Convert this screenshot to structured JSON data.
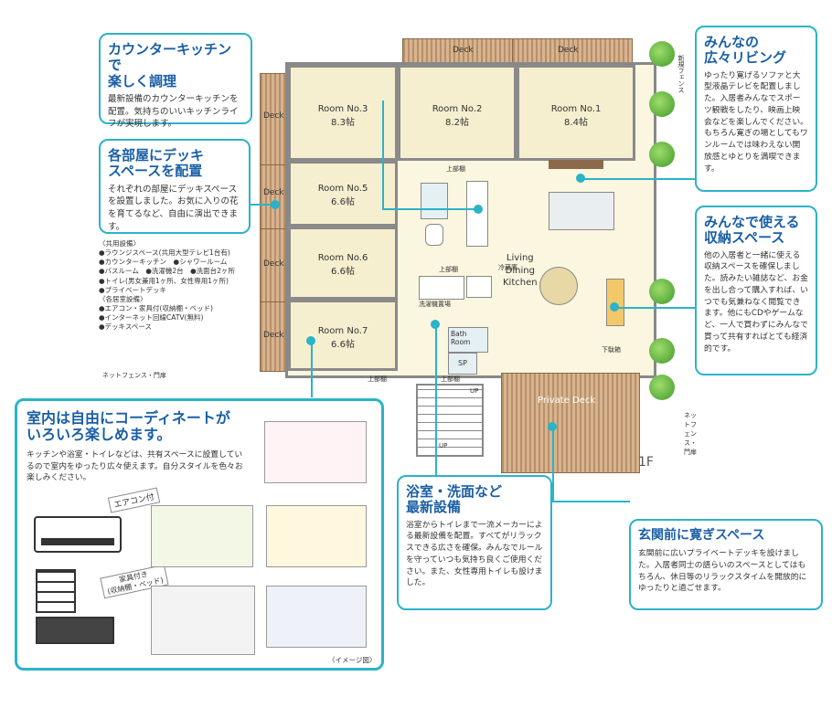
{
  "callouts": {
    "kitchen": {
      "title1": "カウンターキッチンで",
      "title2": "楽しく調理",
      "body": "最新設備のカウンターキッチンを配置。気持ちのいいキッチンライフが実現します。"
    },
    "deck": {
      "title1": "各部屋にデッキ",
      "title2": "スペースを配置",
      "body": "それぞれの部屋にデッキスペースを設置しました。お気に入りの花を育てるなど、自由に演出できます。"
    },
    "living": {
      "title1": "みんなの",
      "title2": "広々リビング",
      "body": "ゆったり寛げるソファと大型液晶テレビを配置しました。入居者みんなでスポーツ観戦をしたり、映画上映会などを楽しんでください。もちろん寛ぎの場としてもワンルームでは味わえない開放感とゆとりを満喫できます。"
    },
    "storage": {
      "title1": "みんなで使える",
      "title2": "収納スペース",
      "body": "他の入居者と一緒に使える収納スペースを確保しました。読みたい雑誌など、お金を出し合って購入すれば、いつでも気兼ねなく閲覧できます。他にもCDやゲームなど、一人で買わずにみんなで買って共有すればとても経済的です。"
    },
    "bath": {
      "title1": "浴室・洗面など",
      "title2": "最新設備",
      "body": "浴室からトイレまで一流メーカーによる最新設備を配置。すべてがリラックスできる広さを確保。みんなでルールを守っていつも気持ち良くご使用ください。また、女性専用トイレも設けました。"
    },
    "entrance": {
      "title": "玄関前に寛ぎスペース",
      "body": "玄関前に広いプライベートデッキを設けました。入居者同士の語らいのスペースとしてはもちろん、休日等のリラックスタイムを開放的にゆったりと過ごせます。"
    },
    "interior": {
      "title1": "室内は自由にコーディネートが",
      "title2": "いろいろ楽しめます。",
      "body": "キッチンや浴室・トイレなどは、共有スペースに設置しているので室内をゆったり広々使えます。自分スタイルを色々お楽しみください。",
      "aircon_label": "エアコン付",
      "furniture_label1": "家具付き",
      "furniture_label2": "(収納棚・ベッド)",
      "image_note": "〈イメージ図〉"
    }
  },
  "equipment": {
    "shared_header": "〈共用設備〉",
    "shared": [
      "●ラウンジスペース(共用大型テレビ1台有)",
      "●カウンターキッチン　●シャワールーム",
      "●バスルーム　●洗濯機2台　●洗面台2ヶ所",
      "●トイレ(男女兼用1ヶ所、女性専用1ヶ所)",
      "●プライベートデッキ"
    ],
    "room_header": "〈各居室設備〉",
    "room": [
      "●エアコン・家具付(収納棚・ベッド)",
      "●インターネット回線CATV(無料)",
      "●デッキスペース"
    ]
  },
  "plan": {
    "rooms": [
      {
        "name": "Room No.3",
        "size": "8.3帖"
      },
      {
        "name": "Room No.2",
        "size": "8.2帖"
      },
      {
        "name": "Room No.1",
        "size": "8.4帖"
      },
      {
        "name": "Room No.5",
        "size": "6.6帖"
      },
      {
        "name": "Room No.6",
        "size": "6.6帖"
      },
      {
        "name": "Room No.7",
        "size": "6.6帖"
      }
    ],
    "deck": "Deck",
    "ldk1": "Living",
    "ldk2": "Dining",
    "ldk3": "Kitchen",
    "bath_room1": "Bath",
    "bath_room2": "Room",
    "sp": "SP",
    "private_deck": "Private Deck",
    "floor": "1F",
    "up": "UP",
    "upper_lift": "上部棚",
    "fridge": "冷蔵庫",
    "washing": "洗濯機置場",
    "shoes": "下駄箱",
    "net_fence_left": "ネットフェンス・門扉",
    "net_fence_right": "ネットフェンス・門扉",
    "new_fence": "新規フェンス"
  },
  "colors": {
    "accent": "#2bb3c8",
    "title": "#1a5fa5",
    "room_fill": "#f6efcf",
    "deck": "#c9a27a"
  }
}
